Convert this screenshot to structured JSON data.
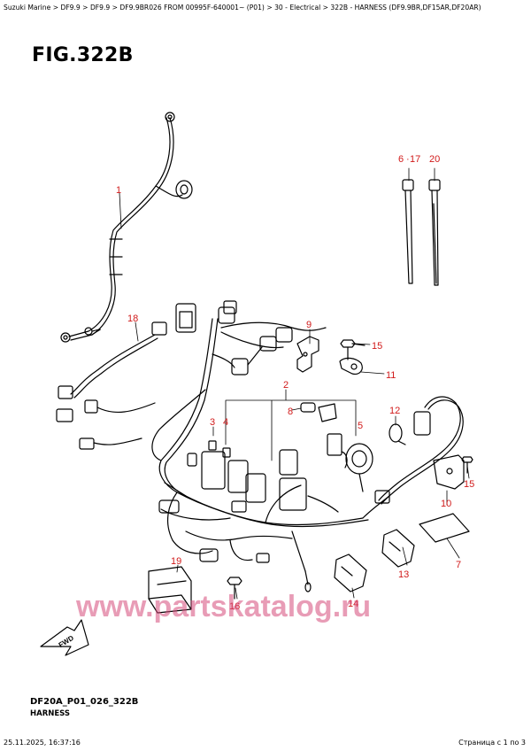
{
  "breadcrumb": "Suzuki Marine > DF9.9 > DF9.9 > DF9.9BR026 FROM 00995F-640001~ (P01) > 30 - Electrical > 322B - HARNESS (DF9.9BR,DF15AR,DF20AR)",
  "figure_title": "FIG.322B",
  "callouts": {
    "c1": "1",
    "c2": "2",
    "c3": "3",
    "c4": "4",
    "c5": "5",
    "c6_17": "6",
    "c6_17b": "17",
    "c7": "7",
    "c8": "8",
    "c9": "9",
    "c10": "10",
    "c11": "11",
    "c12": "12",
    "c13": "13",
    "c14": "14",
    "c15a": "15",
    "c15b": "15",
    "c16": "16",
    "c18": "18",
    "c19": "19",
    "c20": "20"
  },
  "fwd_label": "FWD",
  "watermark": "www.partskatalog.ru",
  "drawing_code": "DF20A_P01_026_322B",
  "drawing_name": "HARNESS",
  "footer": {
    "timestamp": "25.11.2025, 16:37:16",
    "page": "Страница с 1 по 3"
  },
  "colors": {
    "callout": "#d11a1a",
    "watermark": "#d64a7a"
  }
}
